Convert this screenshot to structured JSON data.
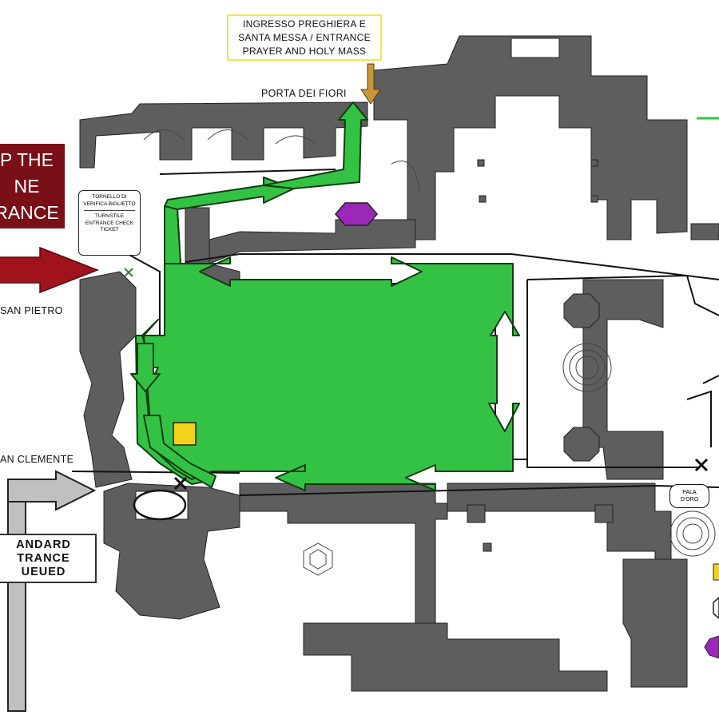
{
  "labels": {
    "prayer_entrance": [
      "INGRESSO PREGHIERA E",
      "SANTA MESSA / ENTRANCE",
      "PRAYER AND HOLY MASS"
    ],
    "porta_dei_fiori": "PORTA DEI FIORI",
    "skip_line": [
      "P THE",
      "NE",
      "RANCE"
    ],
    "turnstile_it": [
      "TORNELLO DI",
      "VERIFICA BIGLIETTO"
    ],
    "turnstile_en": [
      "TURNSTILE",
      "ENTRANCE CHECK",
      "TICKET"
    ],
    "san_pietro": "SAN PIETRO",
    "san_clemente": "AN CLEMENTE",
    "standard_entrance": [
      "ANDARD",
      "TRANCE",
      "UEUED"
    ],
    "pala_doro": [
      "PALA",
      "D'ORO"
    ]
  },
  "colors": {
    "wall": "#5e5e5e",
    "route": "#34c244",
    "route_outline": "#0e3d12",
    "skip_line_box": "#7a1017",
    "prayer_box_border": "#f4e64c",
    "entrance_arrow": "#c0c0c0",
    "skip_arrow": "#a0121c",
    "prayer_arrow": "#c8953a",
    "marker_yellow": "#f2d21a",
    "marker_purple": "#9b28b8"
  },
  "icons": [
    "hexagon-purple-marker",
    "square-yellow-marker",
    "x-mark-icon",
    "route-arrow-icon"
  ]
}
